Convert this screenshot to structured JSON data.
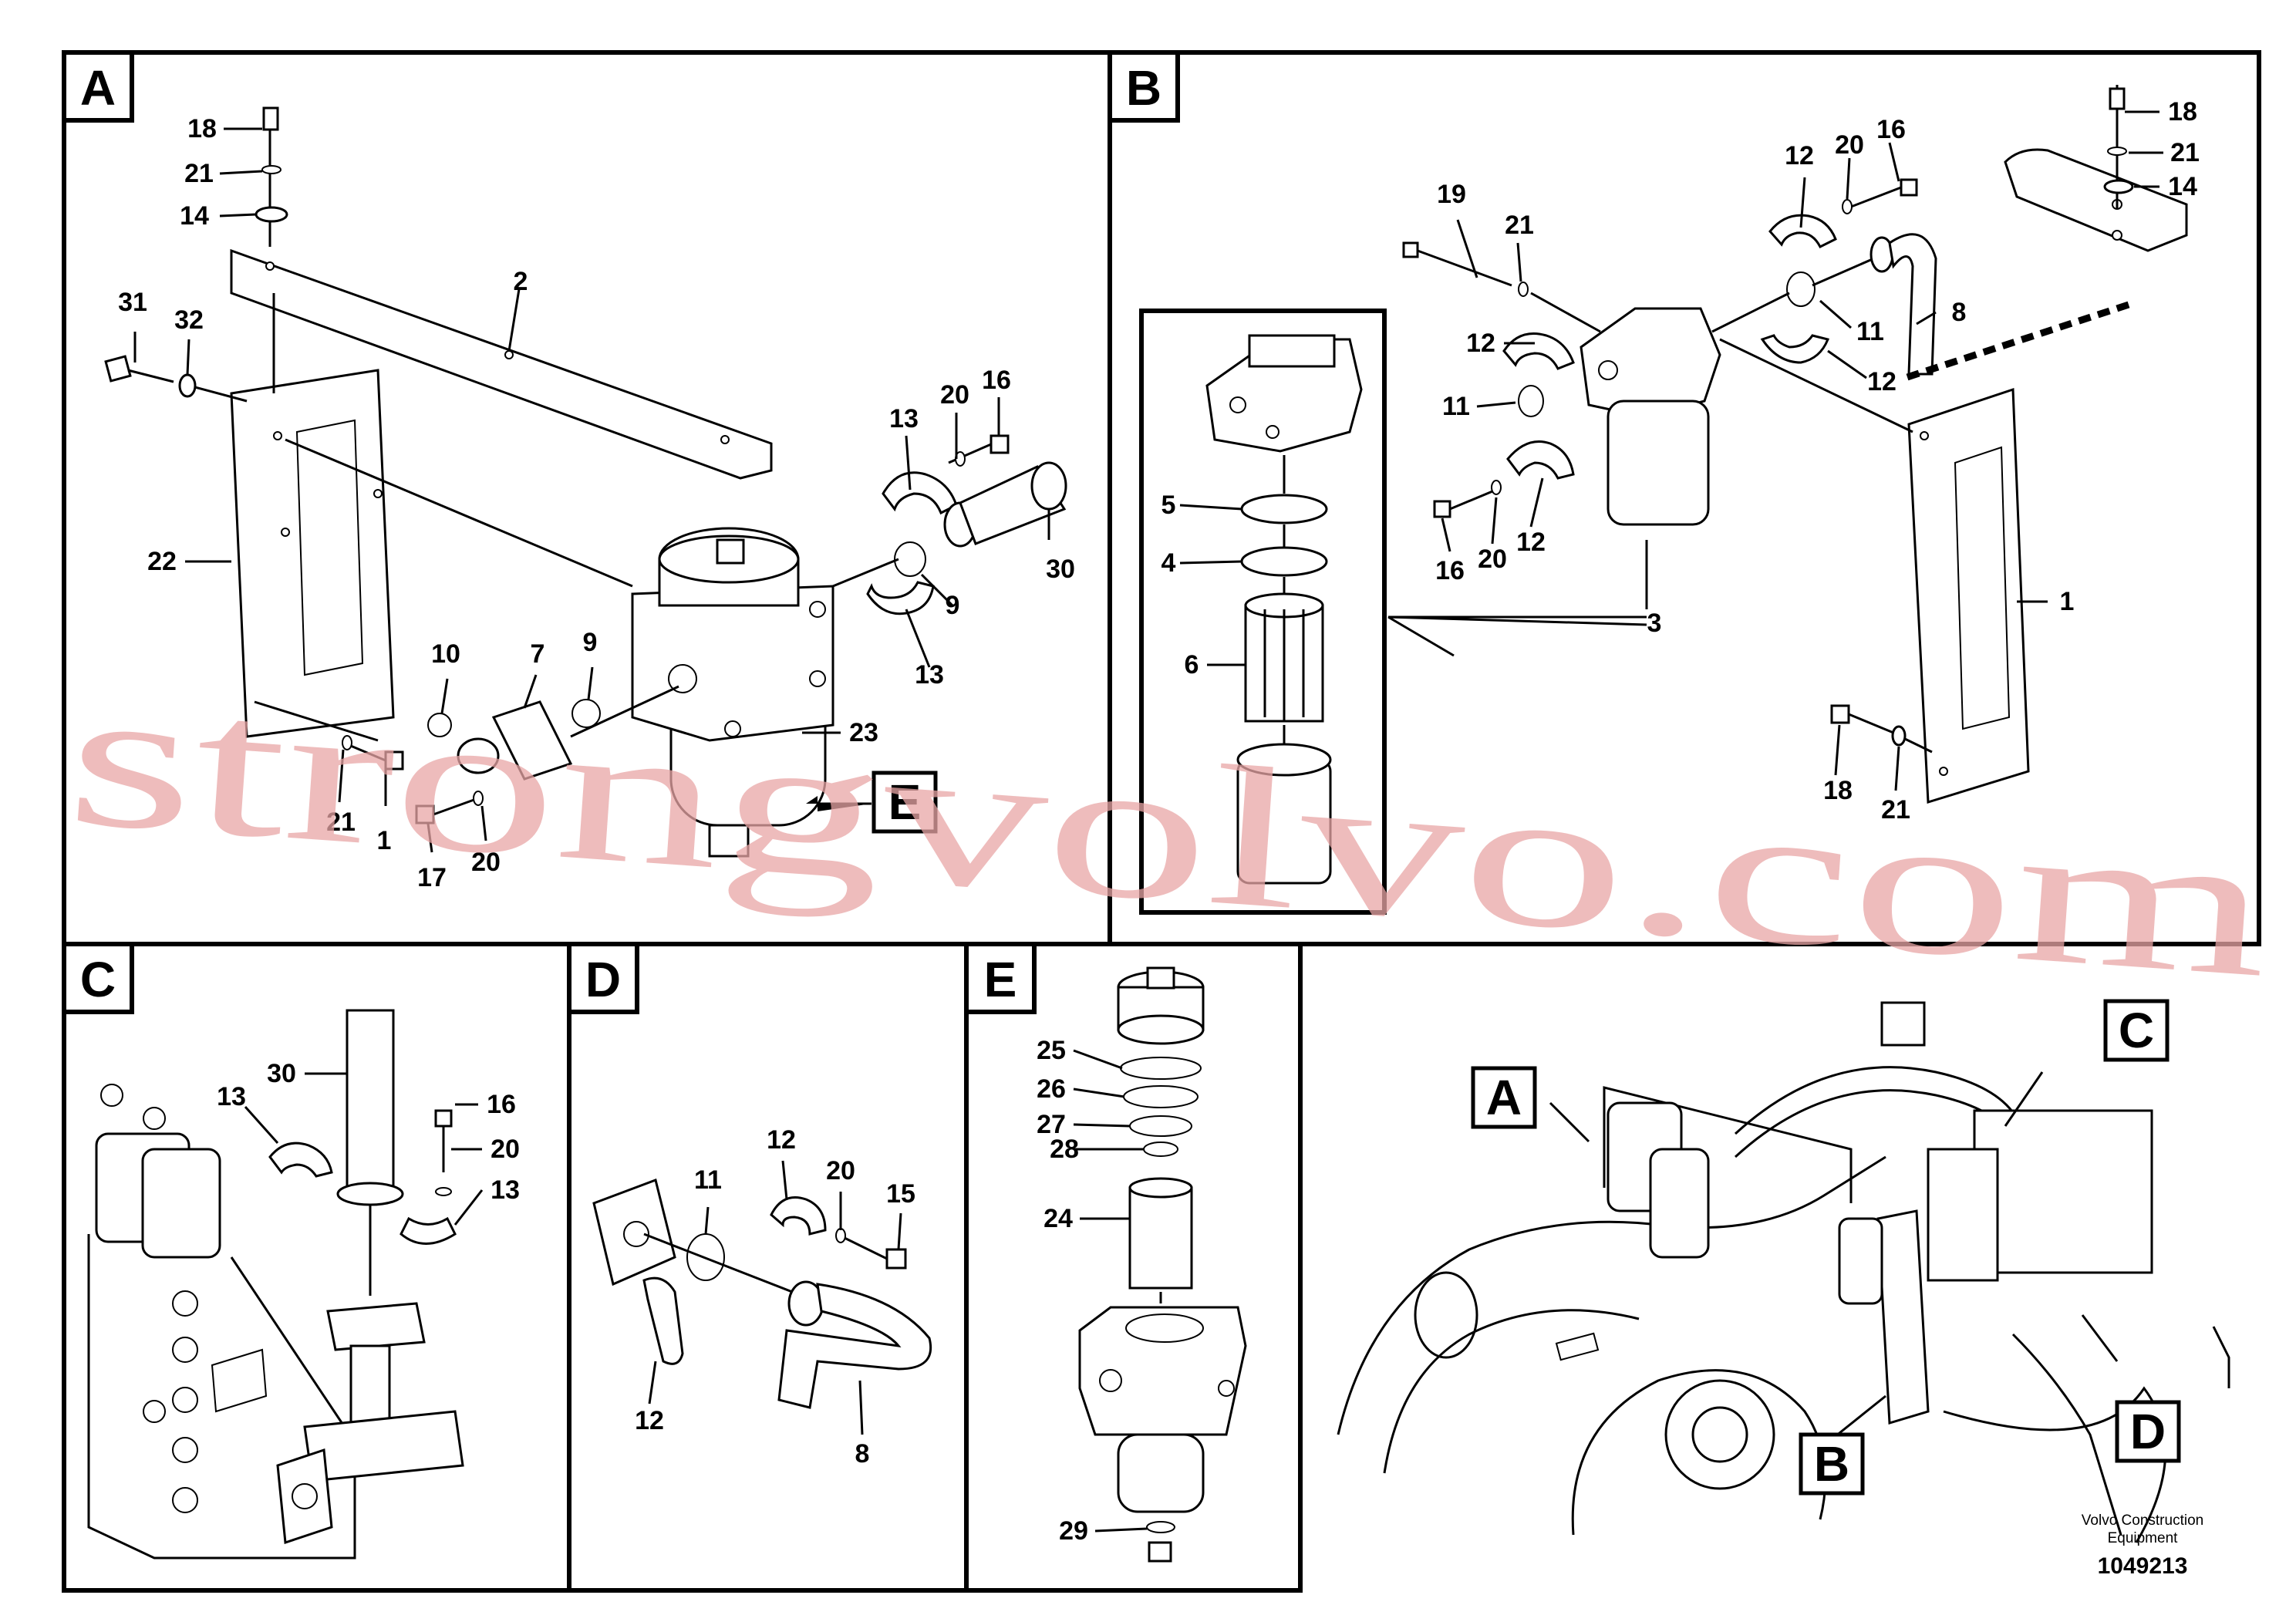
{
  "panels": [
    {
      "id": "A",
      "label": "A"
    },
    {
      "id": "B",
      "label": "B"
    },
    {
      "id": "C",
      "label": "C"
    },
    {
      "id": "D",
      "label": "D"
    },
    {
      "id": "E",
      "label": "E"
    }
  ],
  "callouts": {
    "a18": "18",
    "a21": "21",
    "a14": "14",
    "a2": "2",
    "a31": "31",
    "a32": "32",
    "a22": "22",
    "a13": "13",
    "a20": "20",
    "a16": "16",
    "a9": "9",
    "a30": "30",
    "a13b": "13",
    "a10": "10",
    "a7": "7",
    "a9b": "9",
    "a23": "23",
    "a21b": "21",
    "a1": "1",
    "a17": "17",
    "a20b": "20",
    "aE": "E",
    "b19": "19",
    "b21": "21",
    "b12": "12",
    "b20": "20",
    "b16": "16",
    "b18": "18",
    "b21b": "21",
    "b14": "14",
    "b12b": "12",
    "b11": "11",
    "b8": "8",
    "b11b": "11",
    "b12c": "12",
    "b16b": "16",
    "b20b": "20",
    "b12d": "12",
    "b5": "5",
    "b4": "4",
    "b6": "6",
    "b3": "3",
    "b1": "1",
    "b18b": "18",
    "b21c": "21",
    "c30": "30",
    "c13": "13",
    "c16": "16",
    "c20": "20",
    "c13b": "13",
    "d11": "11",
    "d12": "12",
    "d20": "20",
    "d15": "15",
    "d12b": "12",
    "d8": "8",
    "e25": "25",
    "e26": "26",
    "e27": "27",
    "e28": "28",
    "e24": "24",
    "e29": "29",
    "oA": "A",
    "oB": "B",
    "oC": "C",
    "oD": "D"
  },
  "footer": {
    "brand_line1": "Volvo Construction",
    "brand_line2": "Equipment",
    "doc_number": "1049213"
  },
  "watermark": {
    "text": "strongvolvo.com"
  }
}
